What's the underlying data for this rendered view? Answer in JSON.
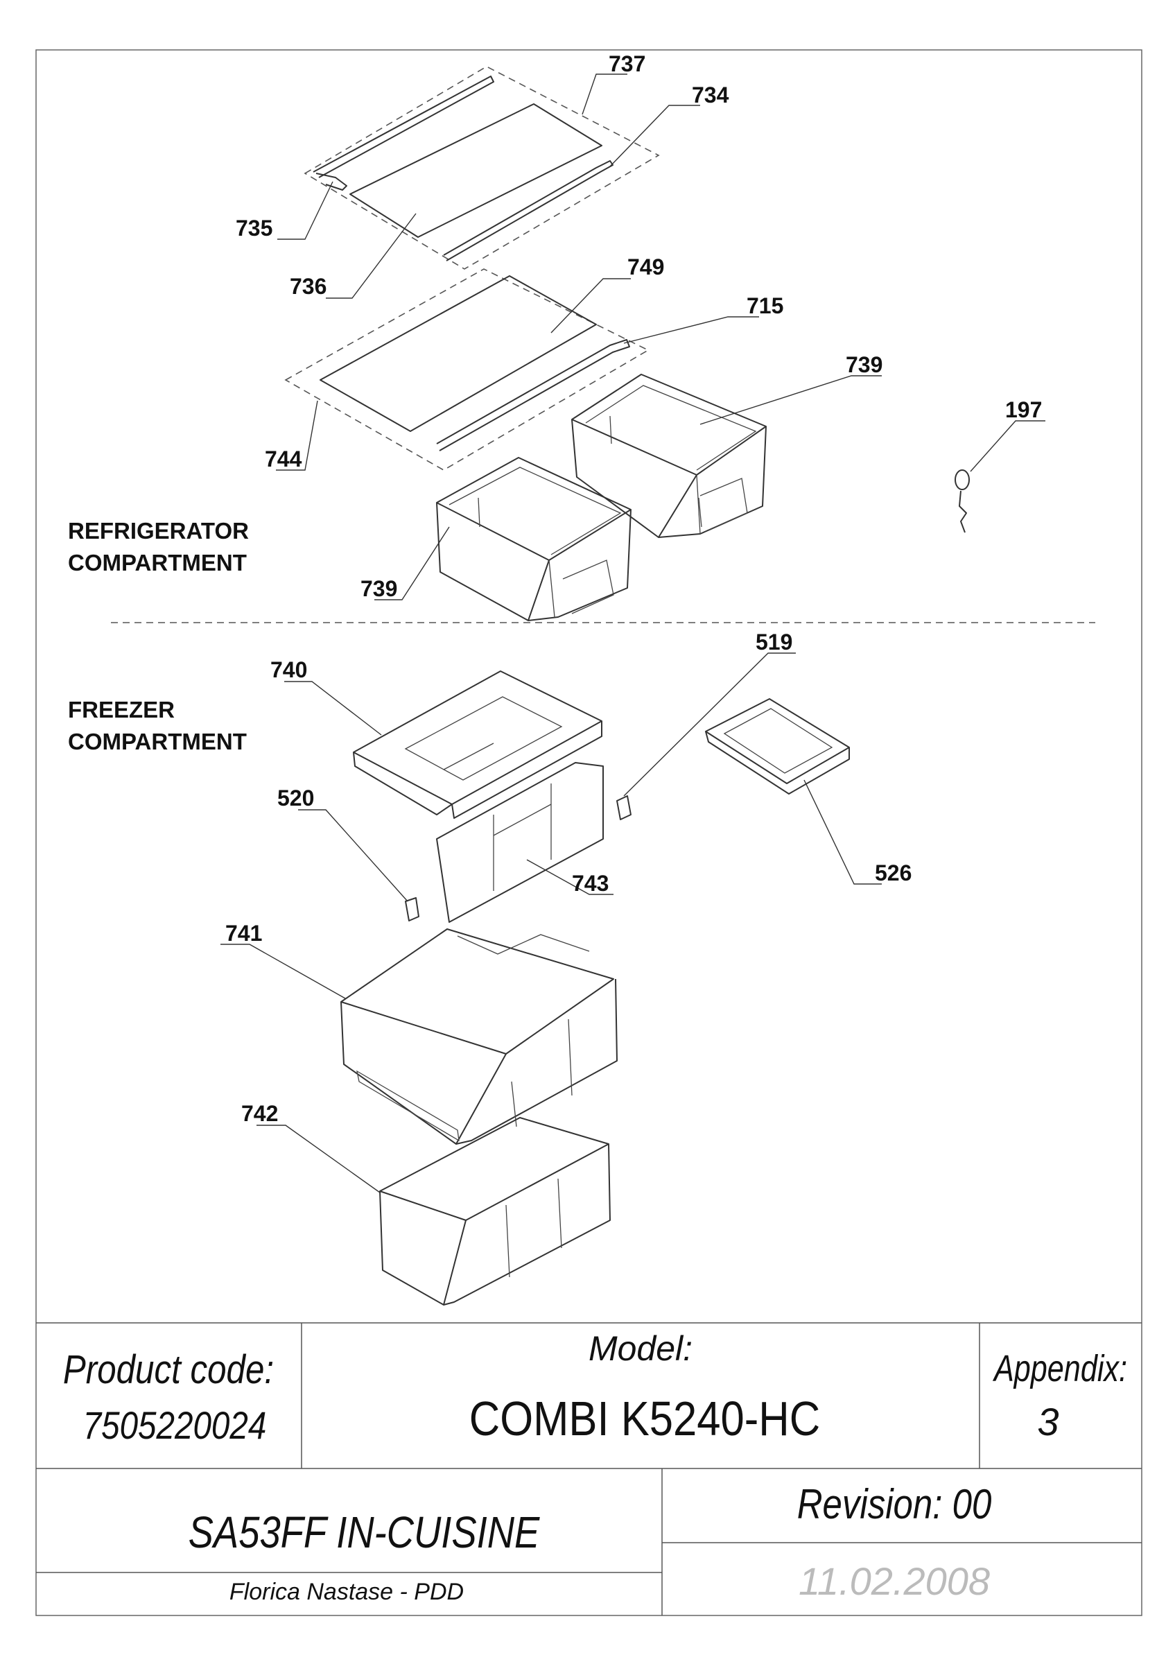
{
  "sections": {
    "refrigerator": [
      "REFRIGERATOR",
      "COMPARTMENT"
    ],
    "freezer": [
      "FREEZER",
      "COMPARTMENT"
    ]
  },
  "parts": {
    "p737": "737",
    "p734": "734",
    "p735": "735",
    "p736": "736",
    "p749": "749",
    "p715": "715",
    "p739a": "739",
    "p739b": "739",
    "p744": "744",
    "p197": "197",
    "p740": "740",
    "p519": "519",
    "p520": "520",
    "p743": "743",
    "p526": "526",
    "p741": "741",
    "p742": "742"
  },
  "title_block": {
    "product_code_label": "Product code:",
    "product_code": "7505220024",
    "model_label": "Model:",
    "model": "COMBI K5240-HC",
    "appendix_label": "Appendix:",
    "appendix": "3",
    "product_name": "SA53FF IN-CUISINE",
    "revision": "Revision: 00",
    "author": "Florica Nastase - PDD",
    "date": "11.02.2008"
  }
}
